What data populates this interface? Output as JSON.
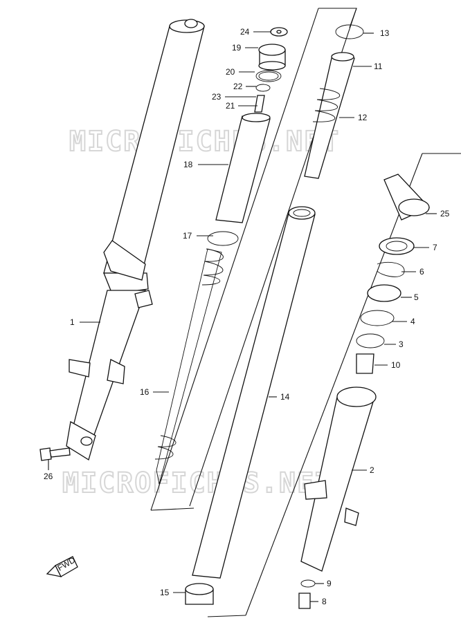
{
  "watermark": "MICROFICHES.NET",
  "fwd_label": "FWD",
  "callouts": {
    "c1": "1",
    "c2": "2",
    "c3": "3",
    "c4": "4",
    "c5": "5",
    "c6": "6",
    "c7": "7",
    "c8": "8",
    "c9": "9",
    "c10": "10",
    "c11": "11",
    "c12": "12",
    "c13": "13",
    "c14": "14",
    "c15": "15",
    "c16": "16",
    "c17": "17",
    "c18": "18",
    "c19": "19",
    "c20": "20",
    "c21": "21",
    "c22": "22",
    "c23": "23",
    "c24": "24",
    "c25": "25",
    "c26": "26"
  }
}
